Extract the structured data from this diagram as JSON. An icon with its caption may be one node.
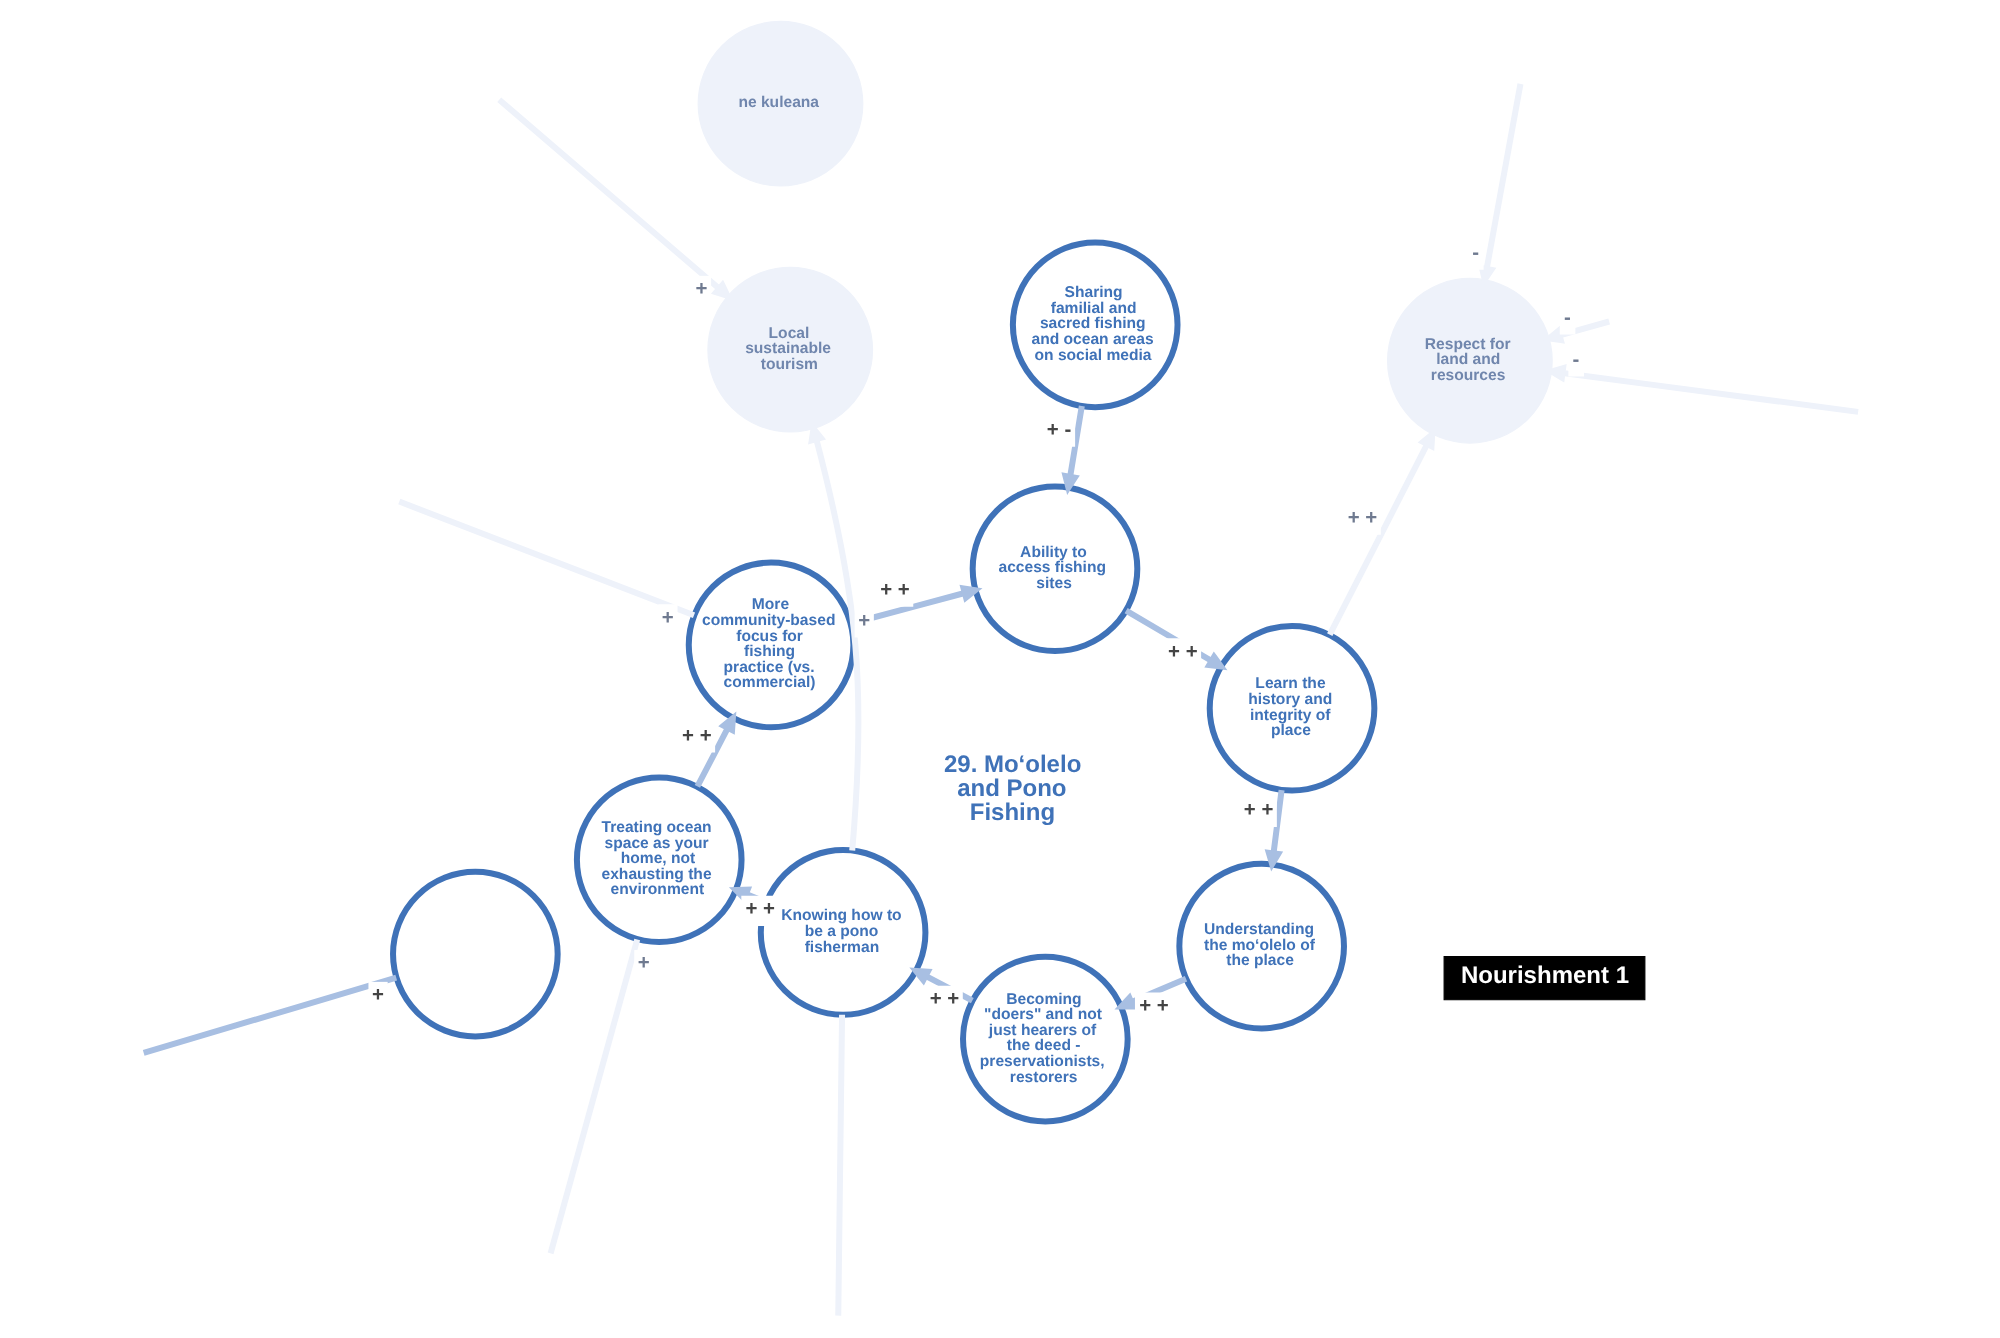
{
  "diagram": {
    "nodes": [
      {
        "text": [
          "ne kuleana"
        ]
      },
      {
        "text": [
          "Local sustainable tourism"
        ]
      },
      {
        "text": [
          "Sharing familial and sacred fishing and ocean areas on social media"
        ]
      },
      {
        "text": [
          "Respect for land and resources"
        ]
      },
      {
        "text": [
          "Ability to access fishing sites"
        ]
      },
      {
        "text": [
          "More community-based focus for fishing practice (vs. commercial)"
        ]
      },
      {
        "text": [
          "Learn the history and integrity of place"
        ]
      },
      {
        "text": [
          "Treating ocean space as your home, not exhausting the environment"
        ]
      },
      {
        "text": [
          "Understanding the moʻolelo of the place"
        ]
      },
      {
        "text": [],
        "shape": "circle"
      },
      {
        "text": [
          "Knowing how to be a pono fisherman"
        ]
      },
      {
        "text": [
          "Becoming \"doers\" and not just hearers of the deed - preservationists, restorers"
        ]
      }
    ],
    "edges": [
      {
        "from": 2,
        "to": 4,
        "arrow": "to",
        "label": "+ -"
      },
      {
        "from": 4,
        "to": 6,
        "arrow": "to",
        "label": "+ +"
      },
      {
        "from": 6,
        "to": 8,
        "arrow": "to",
        "label": "+ +"
      },
      {
        "from": 8,
        "to": 11,
        "arrow": "to",
        "label": "+ +"
      },
      {
        "from": 11,
        "to": 10,
        "arrow": "to",
        "label": "+ +"
      },
      {
        "from": 10,
        "to": 7,
        "arrow": "to",
        "label": "+ +"
      },
      {
        "from": 7,
        "to": 5,
        "arrow": "to",
        "label": "+ +"
      },
      {
        "from": 5,
        "to": 4,
        "arrow": "to",
        "label": "+ +"
      },
      {
        "from": 6,
        "to": 3,
        "arrow": "to",
        "label": "+ +",
        "color": "#eef2fa"
      },
      {
        "from": null,
        "to": 3,
        "arrow": "to",
        "label": "-",
        "color": "#eef2fa"
      },
      {
        "from": null,
        "to": 3,
        "arrow": "to",
        "label": "-",
        "color": "#eef2fa"
      },
      {
        "from": null,
        "to": 3,
        "arrow": "to",
        "label": "-",
        "color": "#eef2fa"
      },
      {
        "from": 10,
        "to": 1,
        "arrow": "to",
        "label": "+",
        "color": "#eef2fa"
      },
      {
        "from": null,
        "to": 1,
        "arrow": "to",
        "label": "+",
        "color": "#eef2fa"
      },
      {
        "from": null,
        "to": 5,
        "arrow": "none",
        "label": "+",
        "color": "#eef2fa"
      },
      {
        "from": null,
        "to": 7,
        "arrow": "none",
        "label": "+",
        "color": "#eef2fa"
      },
      {
        "from": 9,
        "to": null,
        "arrow": "none",
        "label": "+"
      },
      {
        "from": 10,
        "to": null,
        "arrow": "none",
        "color": "#eef2fa"
      }
    ],
    "labels": [
      "29. Moʻolelo and Pono Fishing",
      "Nourishment 1"
    ]
  }
}
